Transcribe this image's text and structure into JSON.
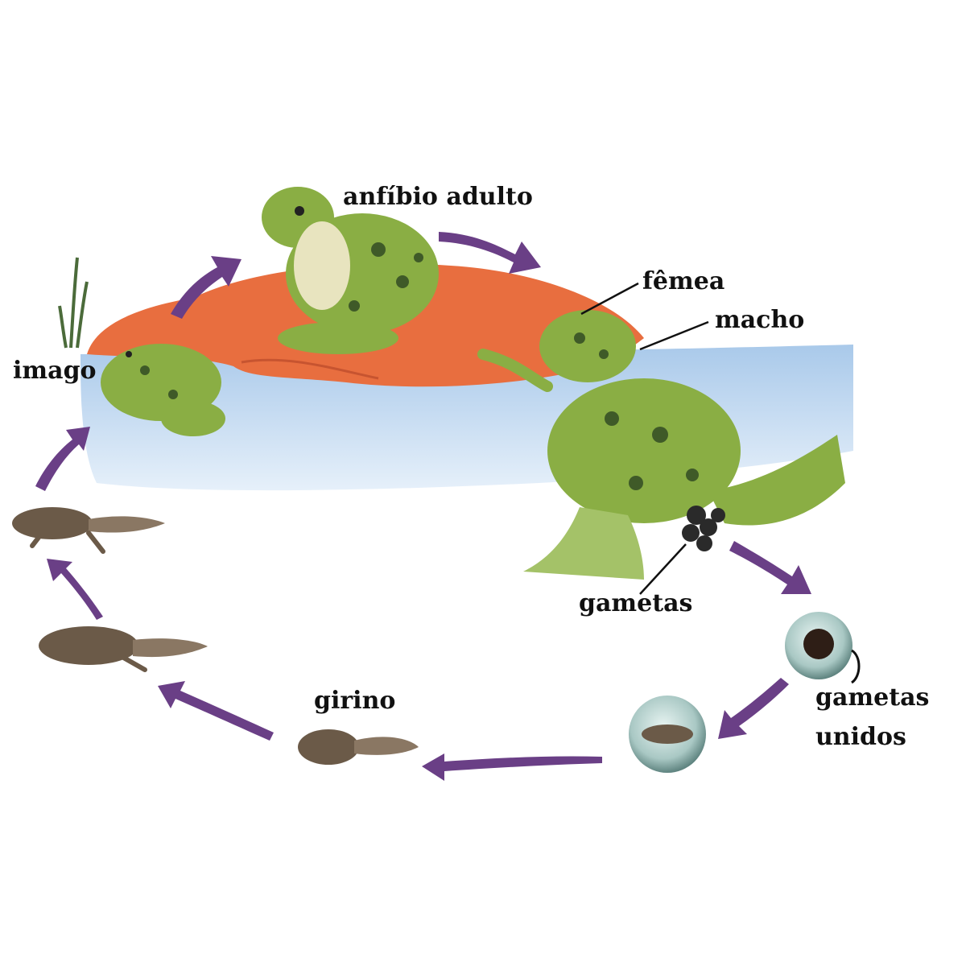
{
  "labels": {
    "adult": "anfíbio adulto",
    "female": "fêmea",
    "male": "macho",
    "imago": "imago",
    "gametes": "gametas",
    "united_line1": "gametas",
    "united_line2": "unidos",
    "tadpole": "girino"
  },
  "colors": {
    "arrow": "#6a3f86",
    "water": "#b8d4ee",
    "rock": "#e86e3f",
    "frog": "#8aae44",
    "frog_spots": "#3f5a28",
    "tadpole": "#6b5a48",
    "egg": "#9cc0bd",
    "text": "#111111"
  },
  "stages": [
    "anfíbio adulto",
    "fêmea e macho",
    "gametas",
    "gametas unidos",
    "embrião",
    "girino",
    "girino com patas",
    "imago"
  ]
}
